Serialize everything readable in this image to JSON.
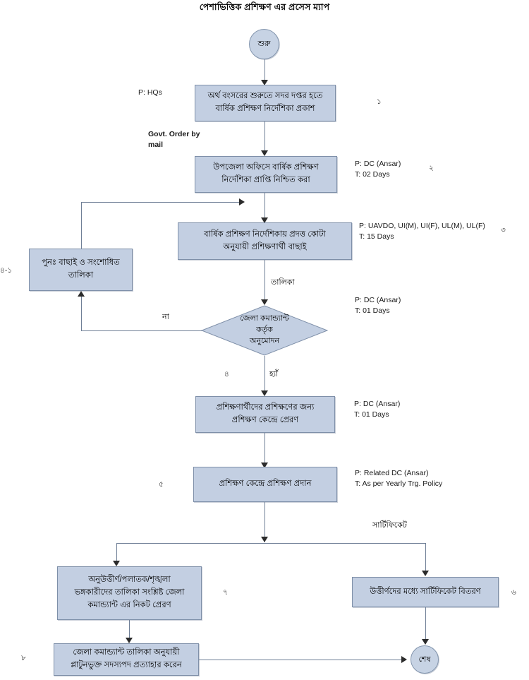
{
  "title": "পেশাভিত্তিক প্রশিক্ষণ এর প্রসেস ম্যাপ",
  "colors": {
    "node_fill": "#c3cfe2",
    "node_border": "#7e8fa8",
    "connector": "#6f7f96",
    "arrow": "#2b2b2b",
    "background": "#ffffff"
  },
  "nodes": {
    "start": {
      "label": "শুরু",
      "shape": "terminator"
    },
    "step1": {
      "label": "অর্থ বংসরের শুরুতে সদর দপ্তর হতে\nবার্ষিক প্রশিক্ষণ নির্দেশিকা প্রকাশ",
      "shape": "process"
    },
    "step2": {
      "label": "উপজেলা অফিসে বার্ষিক প্রশিক্ষণ\nনির্দেশিকা প্রাপ্তি নিশ্চিত করা",
      "shape": "process"
    },
    "step3": {
      "label": "বার্ষিক প্রশিক্ষণ নির্দেশিকায় প্রদত্ত কোটা\nঅনুযায়ী প্রশিক্ষণার্থী বাছাই",
      "shape": "process"
    },
    "rework": {
      "label": "পুনঃ  বাছাই ও সংশোধিত\nতালিকা",
      "shape": "process"
    },
    "decision": {
      "label_line1": "জেলা কমান্ড্যান্ট",
      "label_line2": "কর্তৃক",
      "label_line3": "অনুমোদন",
      "shape": "decision"
    },
    "step5": {
      "label": "প্রশিক্ষণার্থীদের প্রশিক্ষণের জন্য\nপ্রশিক্ষণ কেন্দ্রে প্রেরণ",
      "shape": "process"
    },
    "step6": {
      "label": "প্রশিক্ষণ কেন্দ্রে প্রশিক্ষণ প্রদান",
      "shape": "process"
    },
    "fail_list": {
      "label": "অনুউত্তীর্ণ/পলাতক/শৃঙ্খলা\nভঙ্গকারীদের তালিকা সংশ্লিষ্ট  জেলা\nকমান্ড্যান্ট এর নিকট প্রেরণ",
      "shape": "process"
    },
    "certificate": {
      "label": "উত্তীর্ণদের মধ্যে সার্টিফিকেট বিতরণ",
      "shape": "process"
    },
    "withdraw": {
      "label": "জেলা কমান্ড্যান্ট তালিকা অনুযায়ী\nপ্লাটুনভুক্ত সদস্যপদ প্রত্যাহার করেন",
      "shape": "process"
    },
    "end": {
      "label": "শেষ",
      "shape": "terminator"
    }
  },
  "annotations": {
    "p_hqs": "P: HQs",
    "govt_order": "Govt. Order by\nmail",
    "p_dc_ansar_2days": "P: DC (Ansar)\nT: 02 Days",
    "p_uavdo_15days": "P: UAVDO, UI(M), UI(F), UL(M), UL(F)\nT: 15 Days",
    "p_dc_ansar_01days_decision": "P: DC (Ansar)\nT: 01 Days",
    "p_dc_ansar_01days_send": "P: DC (Ansar)\nT: 01 Days",
    "p_related_dc": "P: Related DC (Ansar)\nT: As per Yearly Trg. Policy"
  },
  "edge_labels": {
    "talika": "তালিকা",
    "na": "না",
    "hyan": "হ্যাঁ",
    "certificate": "সার্টিফিকেট"
  },
  "step_numbers": {
    "n1": "১",
    "n2": "২",
    "n3": "৩",
    "n4_1": "৪-১",
    "n4": "৪",
    "n5": "৫",
    "n6": "৬",
    "n7": "৭",
    "n8": "৮"
  }
}
